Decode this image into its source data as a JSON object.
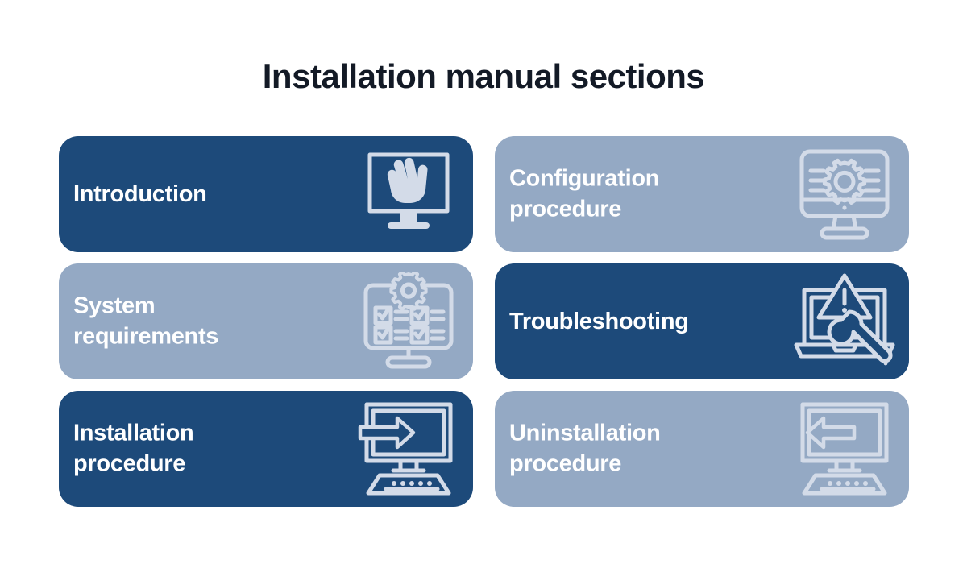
{
  "page": {
    "title": "Installation manual sections",
    "background_color": "#ffffff",
    "title_color": "#131a26"
  },
  "theme": {
    "dark_card_color": "#1d4a7a",
    "light_card_color": "#94a9c4",
    "card_label_color": "#ffffff",
    "icon_color": "#d3dbe8"
  },
  "cards": [
    {
      "label": "Introduction",
      "style": "dark",
      "icon": "monitor-waving-hand-icon"
    },
    {
      "label": "Configuration\nprocedure",
      "style": "light",
      "icon": "monitor-gear-settings-icon"
    },
    {
      "label": "System\nrequirements",
      "style": "light",
      "icon": "monitor-checklist-gear-icon"
    },
    {
      "label": "Troubleshooting",
      "style": "dark",
      "icon": "laptop-warning-wrench-icon"
    },
    {
      "label": "Installation\nprocedure",
      "style": "dark",
      "icon": "monitor-keyboard-arrow-in-icon"
    },
    {
      "label": "Uninstallation\nprocedure",
      "style": "light",
      "icon": "monitor-keyboard-arrow-out-icon"
    }
  ]
}
